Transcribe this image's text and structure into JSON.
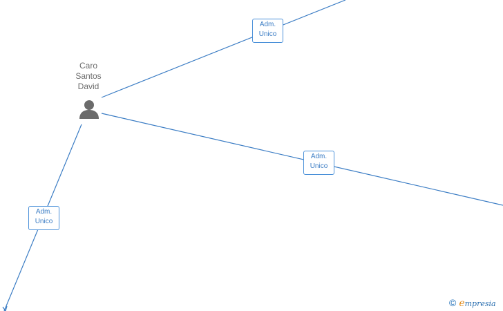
{
  "person": {
    "name_lines": [
      "Caro",
      "Santos",
      "David"
    ]
  },
  "relations": [
    {
      "label_line1": "Adm.",
      "label_line2": "Unico"
    },
    {
      "label_line1": "Adm.",
      "label_line2": "Unico"
    },
    {
      "label_line1": "Adm.",
      "label_line2": "Unico"
    }
  ],
  "watermark": {
    "symbol": "©",
    "brand_initial": "e",
    "brand_rest": "mpresia"
  },
  "colors": {
    "edge": "#3a7cc4",
    "node_icon": "#6b6b6b",
    "label_border": "#4a90d9"
  }
}
